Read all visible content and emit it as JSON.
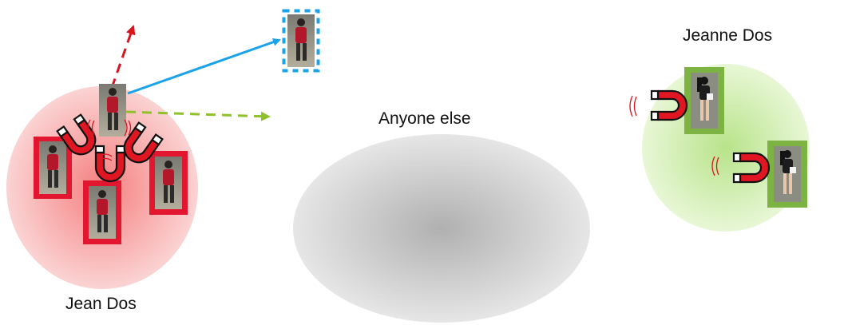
{
  "labels": {
    "jean": "Jean Dos",
    "anyone": "Anyone else",
    "jeanne": "Jeanne Dos"
  },
  "colors": {
    "jean_cluster": "#f7a1a1",
    "anyone_cluster": "#b9b9b9",
    "jeanne_cluster": "#c9eb9f",
    "red_frame": "#e3162f",
    "green_frame": "#7cb342",
    "blue_arrow": "#1aa3e8",
    "green_arrow": "#8fc12a",
    "red_arrow": "#d9141f",
    "magnet_red": "#e01622"
  },
  "icons": [
    "magnet-icon",
    "signal-waves-icon",
    "person-crop-image"
  ]
}
